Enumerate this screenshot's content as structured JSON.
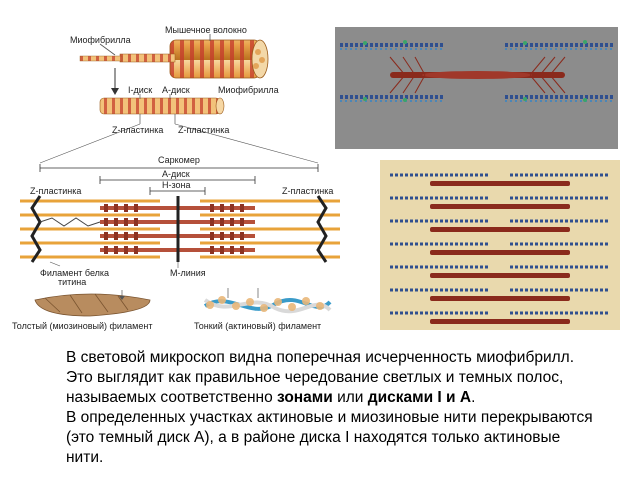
{
  "diagram": {
    "labels": {
      "myofibril_top": "Миофибрилла",
      "muscle_fiber": "Мышечное волокно",
      "i_disk": "I-диск",
      "a_disk_top": "А-диск",
      "myofibril_mid": "Миофибрилла",
      "z_plate_left_top": "Z-пластинка",
      "z_plate_right_top": "Z-пластинка",
      "sarcomere": "Саркомер",
      "a_disk": "А-диск",
      "h_zone": "Н-зона",
      "z_plate_left": "Z-пластинка",
      "z_plate_right": "Z-пластинка",
      "titin_line1": "Филамент белка",
      "titin_line2": "титина",
      "m_line": "М-линия",
      "thick_filament": "Толстый (миозиновый) филамент",
      "thin_filament": "Тонкий (актиновый) филамент"
    }
  },
  "caption": {
    "l1": "В световой микроскоп видна поперечная исчерченность миофибрилл.",
    "l2": "Это выглядит как правильное чередование светлых и темных полос,",
    "l3_pre": "называемых соответственно ",
    "l3_b1": "зонами",
    "l3_mid": " или ",
    "l3_b2": "дисками I и А",
    "l3_post": ".",
    "l4": "В определенных участках актиновые и миозиновые нити перекрываются",
    "l5": "(это темный диск А), а в районе диска I находятся только актиновые",
    "l6": "нити."
  },
  "colors": {
    "actin": "#e8a33a",
    "myosin": "#b5503a",
    "z_line": "#222222",
    "electron_bg": "#8c8c8c",
    "lattice_bg": "#e9d9ad",
    "rod": "#8a2a1c",
    "blue_chain": "#2f4f8f"
  }
}
